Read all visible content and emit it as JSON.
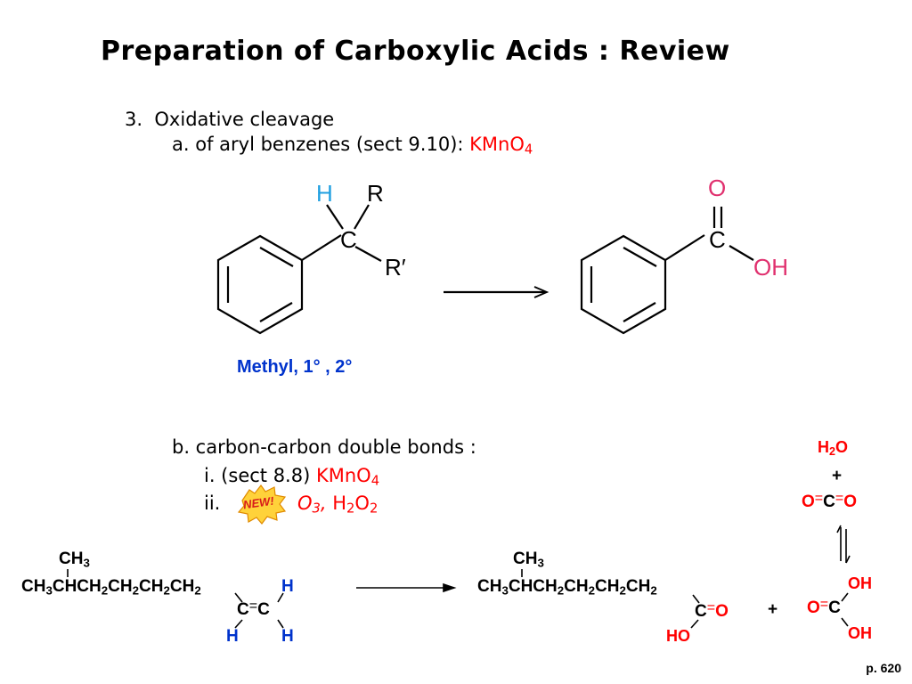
{
  "slide": {
    "title": "Preparation of Carboxylic Acids : Review",
    "item_number": "3.",
    "item_heading": "Oxidative cleavage",
    "sub_a_text": "a. of aryl benzenes (sect 9.10):",
    "sub_a_reagent": "KMnO",
    "sub_a_reagent_sub": "4",
    "sub_b_text": "b. carbon-carbon double bonds :",
    "sub_b_i_text": "i. (sect 8.8)",
    "sub_b_i_reagent": "KMnO",
    "sub_b_i_reagent_sub": "4",
    "sub_b_ii_text": "ii.",
    "new_badge": "NEW!",
    "sub_b_ii_o3": "O",
    "sub_b_ii_o3_sub": "3",
    "sub_b_ii_h2o2_a": "H",
    "sub_b_ii_h2o2_sub1": "2",
    "sub_b_ii_h2o2_b": "O",
    "sub_b_ii_h2o2_sub2": "2",
    "page_number": "p. 620"
  },
  "reaction_a": {
    "reactant_H": "H",
    "reactant_R": "R",
    "reactant_C": "C",
    "reactant_R_prime": "R′",
    "product_O": "O",
    "product_C": "C",
    "product_OH": "OH",
    "note": "Methyl, 1° , 2°"
  },
  "reaction_b": {
    "reactant_ch3_top": "CH3",
    "reactant_chain": "CH3CHCH2CH2CH2CH2",
    "reactant_H_top": "H",
    "reactant_C1": "C",
    "reactant_C2": "C",
    "reactant_H_left": "H",
    "reactant_H_right": "H",
    "product_ch3_top": "CH3",
    "product_chain": "CH3CHCH2CH2CH2CH2",
    "product_C": "C",
    "product_O": "O",
    "product_HO": "HO",
    "plus": "+",
    "carbonic_O": "O",
    "carbonic_C": "C",
    "carbonic_OH_top": "OH",
    "carbonic_OH_bottom": "OH",
    "co2_O_left": "O",
    "co2_C": "C",
    "co2_O_right": "O",
    "water_H": "H",
    "water_sub": "2",
    "water_O": "O",
    "plus2": "+"
  }
}
